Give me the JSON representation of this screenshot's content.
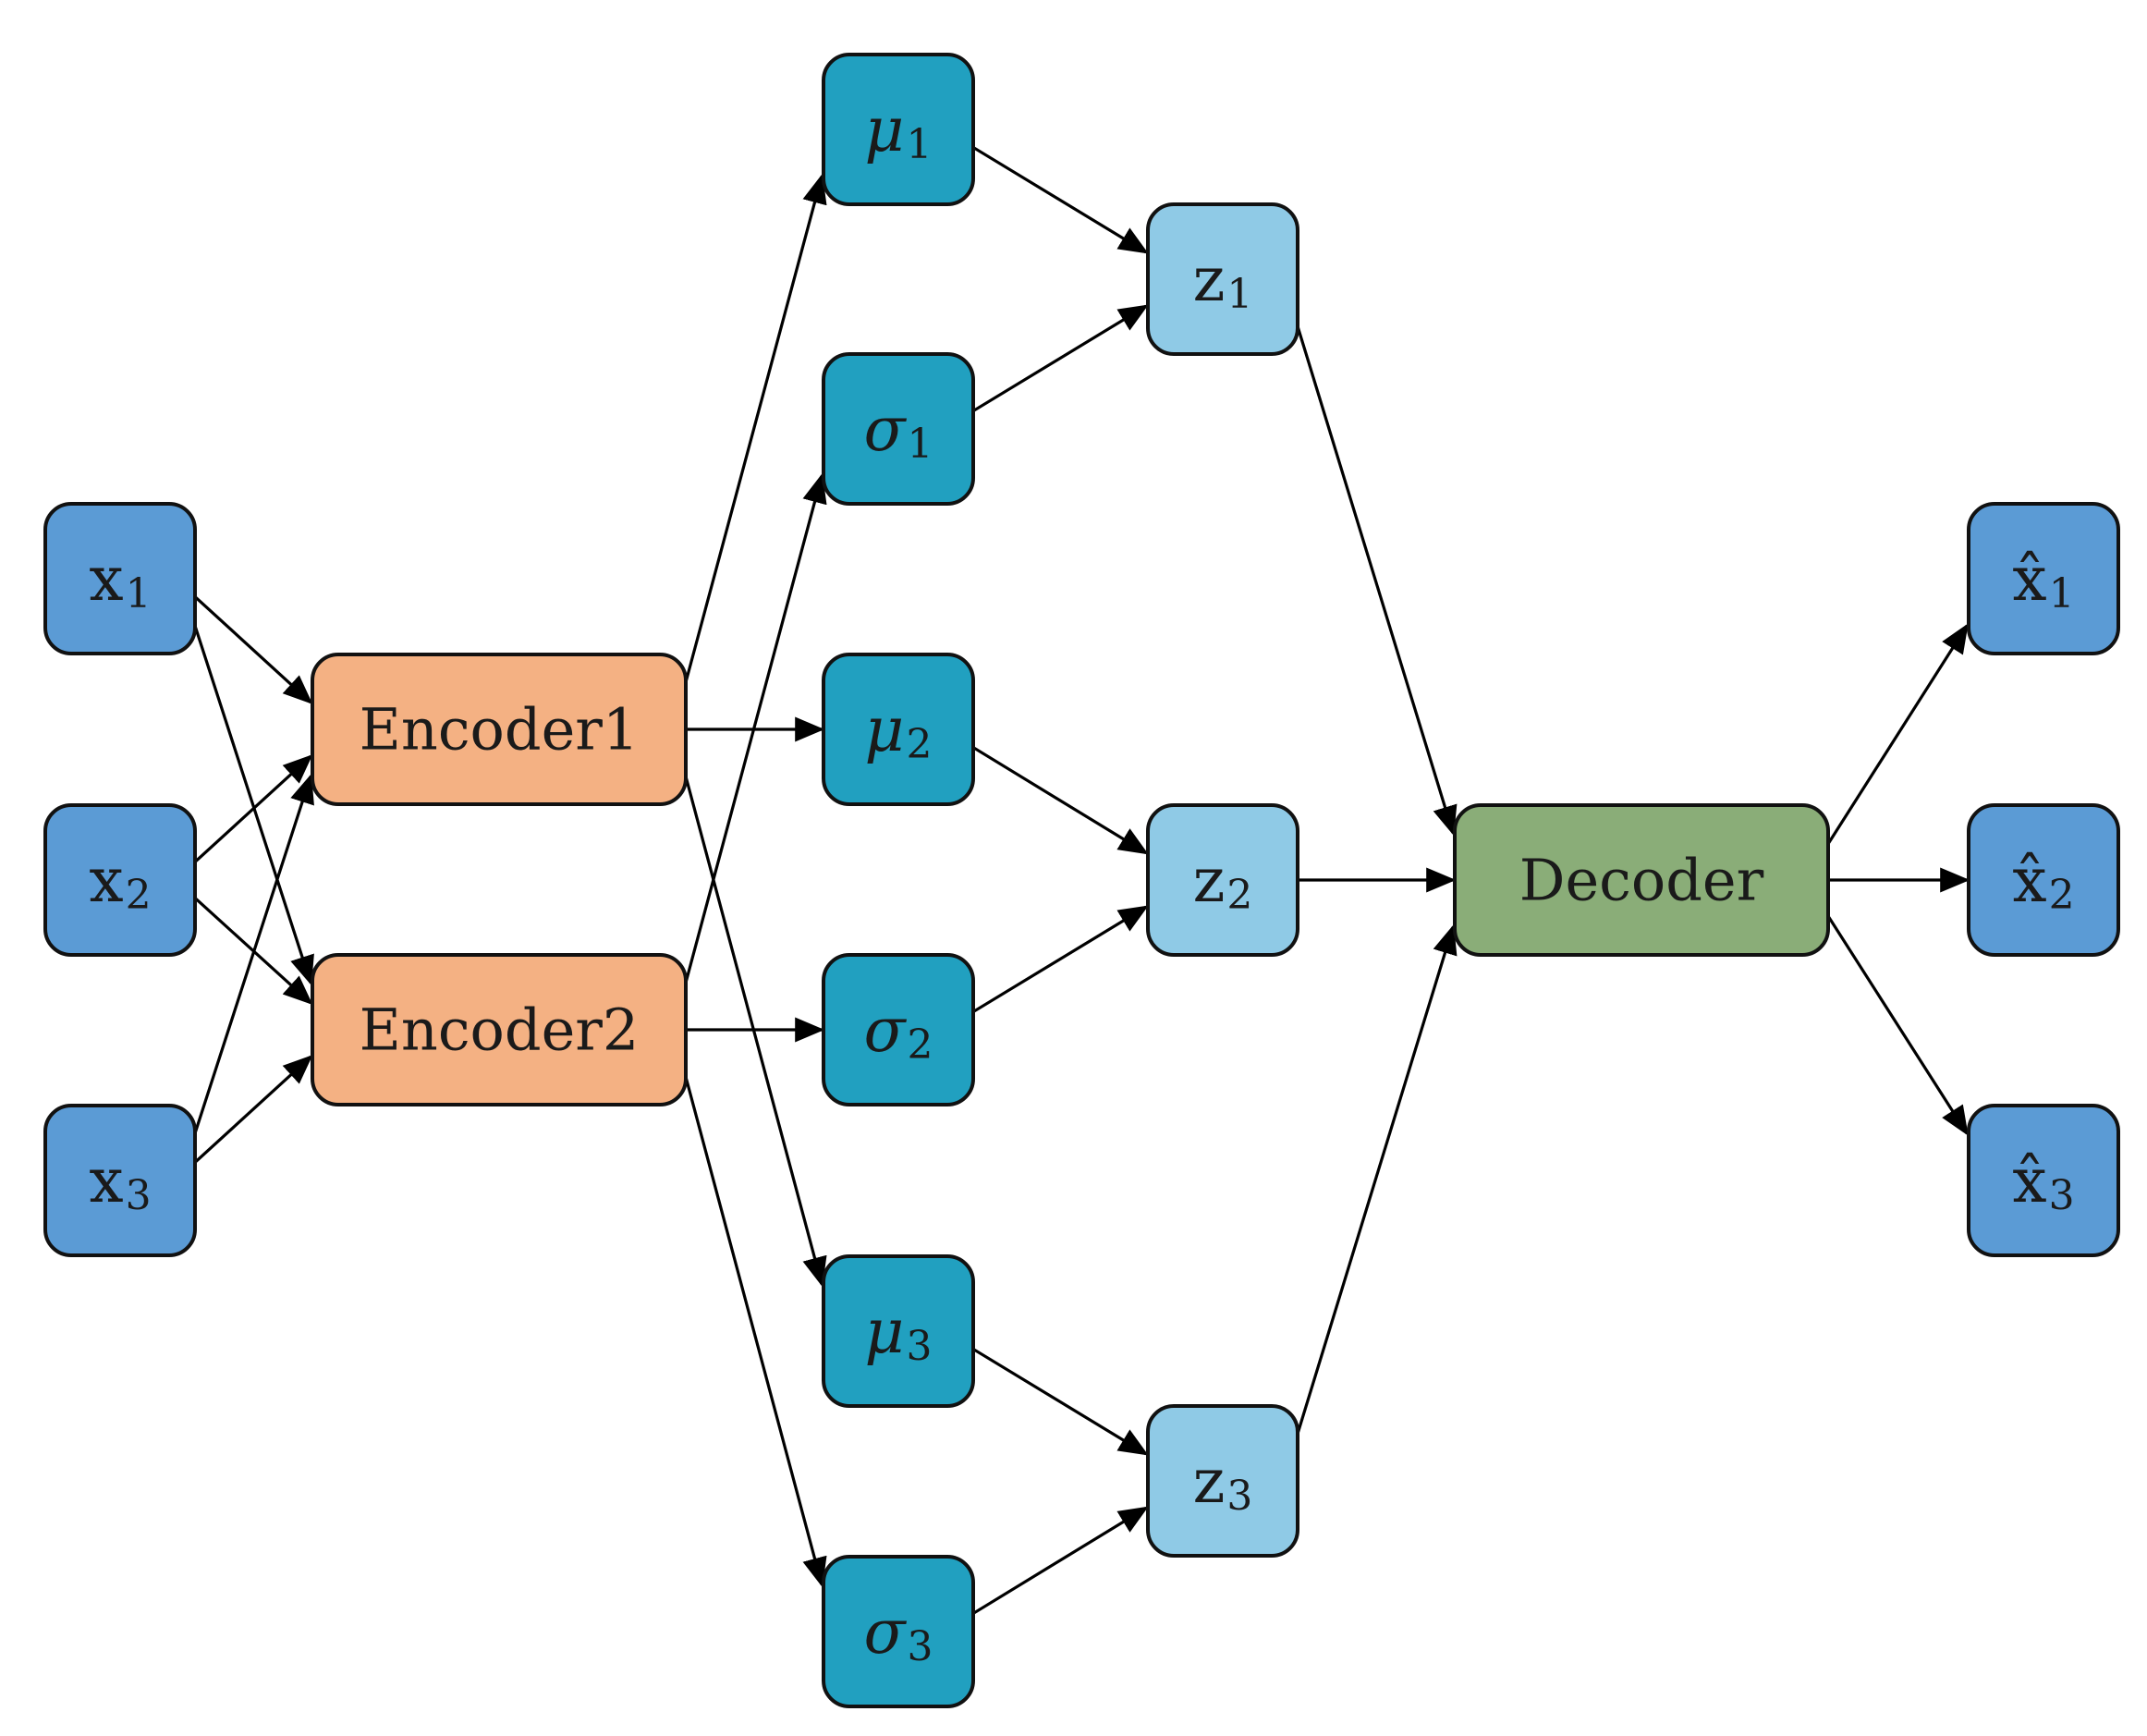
{
  "colors": {
    "input": "#5b9bd5",
    "encoder": "#f4b183",
    "latent_param": "#21a0c0",
    "latent_z": "#8fcae6",
    "decoder": "#8aad78",
    "output": "#5b9bd5",
    "edge": "#000000"
  },
  "nodes": [
    {
      "id": "x1",
      "kind": "input",
      "base": "x",
      "sub": "1"
    },
    {
      "id": "x2",
      "kind": "input",
      "base": "x",
      "sub": "2"
    },
    {
      "id": "x3",
      "kind": "input",
      "base": "x",
      "sub": "3"
    },
    {
      "id": "enc1",
      "kind": "encoder",
      "label": "Encoder1"
    },
    {
      "id": "enc2",
      "kind": "encoder",
      "label": "Encoder2"
    },
    {
      "id": "mu1",
      "kind": "latent_param",
      "base": "μ",
      "sub": "1",
      "italic": true
    },
    {
      "id": "sigma1",
      "kind": "latent_param",
      "base": "σ",
      "sub": "1",
      "italic": true
    },
    {
      "id": "mu2",
      "kind": "latent_param",
      "base": "μ",
      "sub": "2",
      "italic": true
    },
    {
      "id": "sigma2",
      "kind": "latent_param",
      "base": "σ",
      "sub": "2",
      "italic": true
    },
    {
      "id": "mu3",
      "kind": "latent_param",
      "base": "μ",
      "sub": "3",
      "italic": true
    },
    {
      "id": "sigma3",
      "kind": "latent_param",
      "base": "σ",
      "sub": "3",
      "italic": true
    },
    {
      "id": "z1",
      "kind": "latent_z",
      "base": "z",
      "sub": "1"
    },
    {
      "id": "z2",
      "kind": "latent_z",
      "base": "z",
      "sub": "2"
    },
    {
      "id": "z3",
      "kind": "latent_z",
      "base": "z",
      "sub": "3"
    },
    {
      "id": "dec",
      "kind": "decoder",
      "label": "Decoder"
    },
    {
      "id": "xh1",
      "kind": "output",
      "base": "x̂",
      "sub": "1"
    },
    {
      "id": "xh2",
      "kind": "output",
      "base": "x̂",
      "sub": "2"
    },
    {
      "id": "xh3",
      "kind": "output",
      "base": "x̂",
      "sub": "3"
    }
  ],
  "edges": [
    [
      "x1",
      "enc1"
    ],
    [
      "x1",
      "enc2"
    ],
    [
      "x2",
      "enc1"
    ],
    [
      "x2",
      "enc2"
    ],
    [
      "x3",
      "enc1"
    ],
    [
      "x3",
      "enc2"
    ],
    [
      "enc1",
      "mu1"
    ],
    [
      "enc1",
      "mu2"
    ],
    [
      "enc1",
      "mu3"
    ],
    [
      "enc2",
      "sigma1"
    ],
    [
      "enc2",
      "sigma2"
    ],
    [
      "enc2",
      "sigma3"
    ],
    [
      "mu1",
      "z1"
    ],
    [
      "sigma1",
      "z1"
    ],
    [
      "mu2",
      "z2"
    ],
    [
      "sigma2",
      "z2"
    ],
    [
      "mu3",
      "z3"
    ],
    [
      "sigma3",
      "z3"
    ],
    [
      "z1",
      "dec"
    ],
    [
      "z2",
      "dec"
    ],
    [
      "z3",
      "dec"
    ],
    [
      "dec",
      "xh1"
    ],
    [
      "dec",
      "xh2"
    ],
    [
      "dec",
      "xh3"
    ]
  ]
}
